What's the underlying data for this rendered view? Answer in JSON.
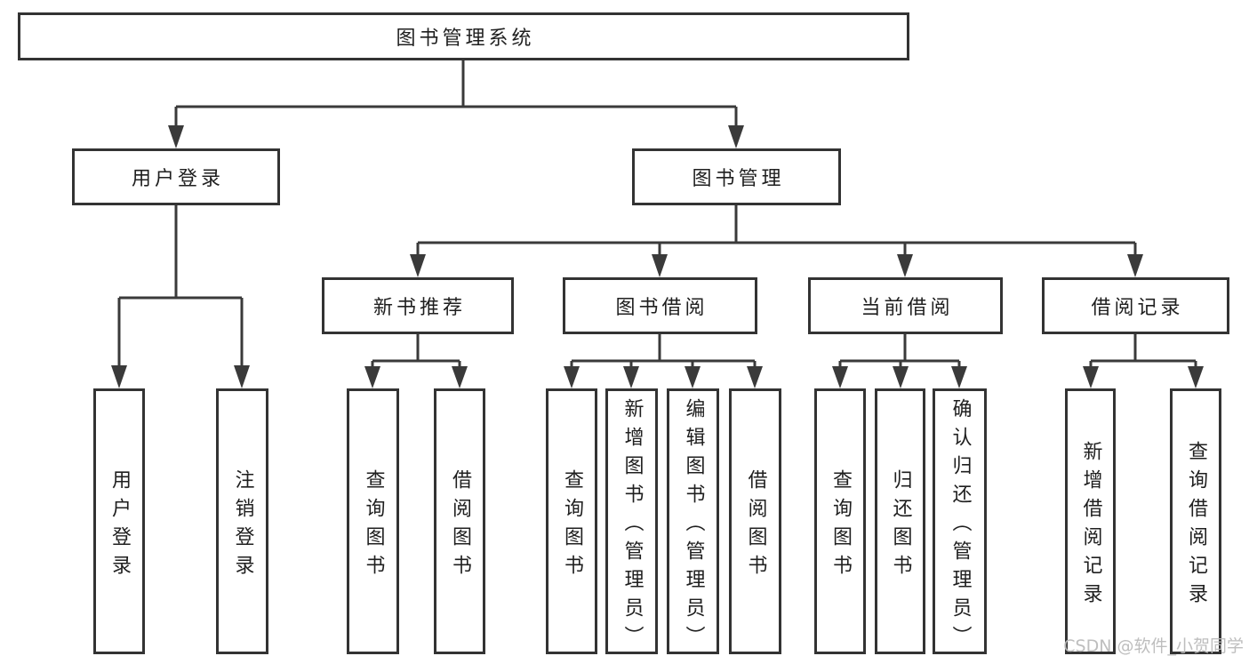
{
  "diagram": {
    "root": "图书管理系统",
    "level2": [
      {
        "label": "用户登录"
      },
      {
        "label": "图书管理"
      }
    ],
    "level3": [
      {
        "label": "新书推荐"
      },
      {
        "label": "图书借阅"
      },
      {
        "label": "当前借阅"
      },
      {
        "label": "借阅记录"
      }
    ],
    "leaves": {
      "userLogin": [
        "用户登录",
        "注销登录"
      ],
      "newBookRec": [
        "查询图书",
        "借阅图书"
      ],
      "bookBorrow": [
        "查询图书",
        "新增图书（管理员）",
        "编辑图书（管理员）",
        "借阅图书"
      ],
      "currentBorrow": [
        "查询图书",
        "归还图书",
        "确认归还（管理员）"
      ],
      "borrowRecords": [
        "新增借阅记录",
        "查询借阅记录"
      ]
    }
  },
  "watermark": "CSDN @软件_小贺同学",
  "colors": {
    "line": "#3a3a3a",
    "border": "#333333",
    "text": "#1f1f1f",
    "watermark": "#bababa",
    "background": "#ffffff"
  }
}
